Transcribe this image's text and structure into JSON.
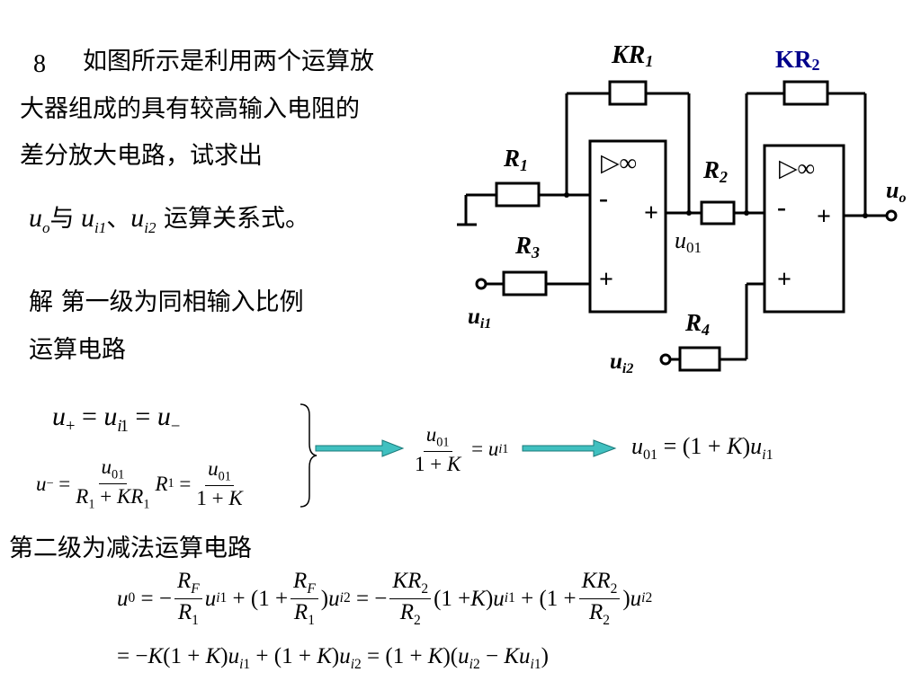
{
  "problem": {
    "number": "8",
    "line1": "如图所示是利用两个运算放",
    "line2": "大器组成的具有较高输入电阻的",
    "line3": "差分放大电路，试求出",
    "uo_var": "u",
    "uo_sub": "o",
    "yu": "与",
    "ui_var": "u",
    "ui1_sub": "i1",
    "dun": "、",
    "ui2_sub": "i2",
    "tail": " 运算关系式。"
  },
  "solution": {
    "line1": "解   第一级为同相输入比例",
    "line2": "运算电路",
    "second_stage": "第二级为减法运算电路"
  },
  "circuit": {
    "kr1": "KR",
    "kr1_sub": "1",
    "kr2": "KR",
    "kr2_sub": "2",
    "r1": "R",
    "r1_sub": "1",
    "r2": "R",
    "r2_sub": "2",
    "r3": "R",
    "r3_sub": "3",
    "r4": "R",
    "r4_sub": "4",
    "amp1_symbol": "▷∞",
    "amp2_symbol": "▷∞",
    "minus": "-",
    "plus": "+",
    "u01": "u",
    "u01_sub": "01",
    "uo": "u",
    "uo_sub": "o",
    "ui1": "u",
    "ui1_sub": "i1",
    "ui2": "u",
    "ui2_sub": "i2"
  },
  "colors": {
    "kr2_label": "#00008b",
    "arrow_fill": "#40c0c0",
    "arrow_stroke": "#1a7a7a"
  }
}
